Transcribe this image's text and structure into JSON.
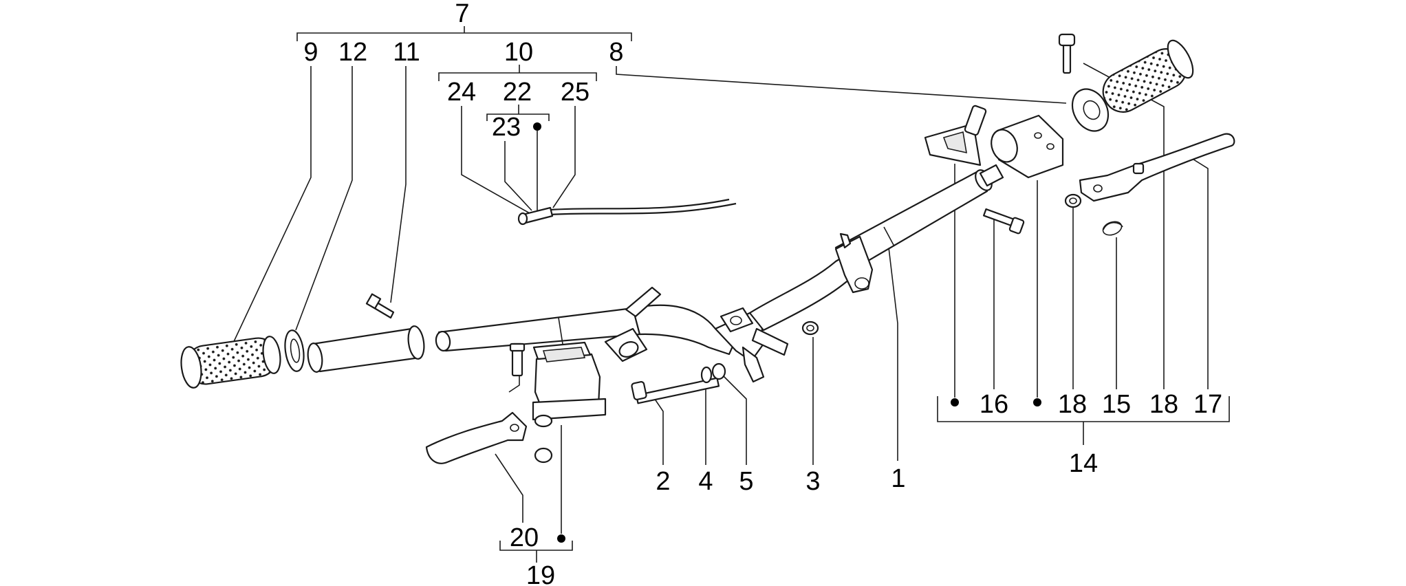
{
  "labels": [
    {
      "id": "l7",
      "text": "7"
    },
    {
      "id": "l9",
      "text": "9"
    },
    {
      "id": "l12",
      "text": "12"
    },
    {
      "id": "l11",
      "text": "11"
    },
    {
      "id": "l10",
      "text": "10"
    },
    {
      "id": "l8",
      "text": "8"
    },
    {
      "id": "l24",
      "text": "24"
    },
    {
      "id": "l22",
      "text": "22"
    },
    {
      "id": "l25",
      "text": "25"
    },
    {
      "id": "l23",
      "text": "23"
    },
    {
      "id": "l2",
      "text": "2"
    },
    {
      "id": "l4",
      "text": "4"
    },
    {
      "id": "l5",
      "text": "5"
    },
    {
      "id": "l3",
      "text": "3"
    },
    {
      "id": "l1",
      "text": "1"
    },
    {
      "id": "l16",
      "text": "16"
    },
    {
      "id": "l18a",
      "text": "18"
    },
    {
      "id": "l15",
      "text": "15"
    },
    {
      "id": "l18b",
      "text": "18"
    },
    {
      "id": "l17",
      "text": "17"
    },
    {
      "id": "l14",
      "text": "14"
    },
    {
      "id": "l20",
      "text": "20"
    },
    {
      "id": "l19",
      "text": "19"
    }
  ],
  "colors": {
    "line": "#1a1a1a",
    "background": "#ffffff"
  }
}
